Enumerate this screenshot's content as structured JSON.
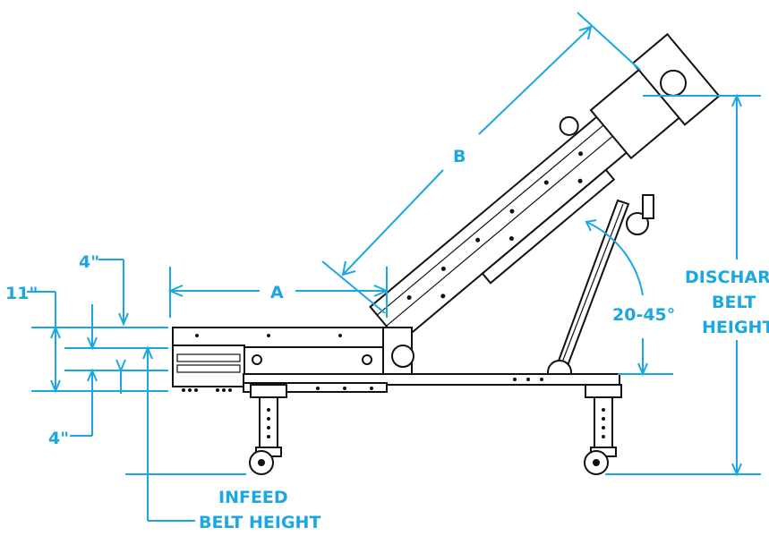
{
  "colors": {
    "dimension": "#1ba7e2",
    "outline": "#111111",
    "background": "#ffffff"
  },
  "labels": {
    "four_inch_top": "4\"",
    "eleven_inch": "11\"",
    "four_inch_bottom": "4\"",
    "a": "A",
    "b": "B",
    "angle": "20-45°",
    "discharge_line1": "DISCHARGE",
    "discharge_line2": "BELT",
    "discharge_line3": "HEIGHT",
    "infeed_line1": "INFEED",
    "infeed_line2": "BELT HEIGHT"
  }
}
